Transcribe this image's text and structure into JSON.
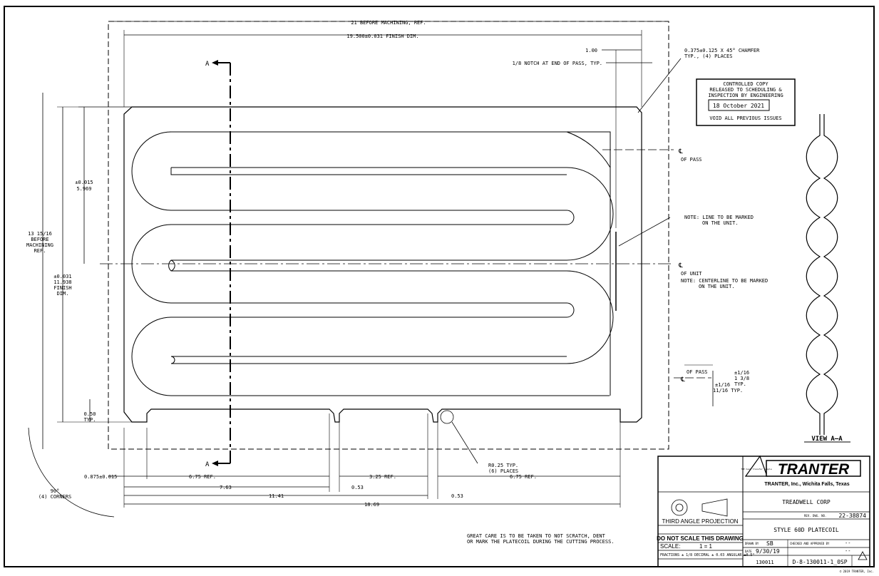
{
  "dims": {
    "overall_width": "21 BEFORE MACHINING, REF.",
    "finish_width": "19.500±0.031 FINISH DIM.",
    "notch_offset": "1.00",
    "notch_note": "1/8 NOTCH AT END OF PASS, TYP.",
    "chamfer_note_1": "0.375±0.125 X 45° CHAMFER",
    "chamfer_note_2": "TYP., (4) PLACES",
    "left_height_1": "13 15/16",
    "left_height_2": "BEFORE",
    "left_height_3": "MACHINING",
    "left_height_4": "REF.",
    "finish_height_1": "±0.031",
    "finish_height_2": "11.938",
    "finish_height_3": "FINISH",
    "finish_height_4": "DIM.",
    "pass_pitch_1": "±0.015",
    "pass_pitch_2": "5.969",
    "tab_height_1": "0.50",
    "tab_height_2": "TYP.",
    "corner_angle_1": "90°",
    "corner_angle_2": "(4) CORNERS",
    "edge_offset": "0.875±0.015",
    "ref_675_a": "6.75 REF.",
    "ref_325": "3.25 REF.",
    "ref_675_b": "6.75 REF.",
    "d_763": "7.63",
    "d_053_a": "0.53",
    "d_1141": "11.41",
    "d_053_b": "0.53",
    "d_1869": "18.69",
    "radius_1": "R0.25 TYP.",
    "radius_2": "(6) PLACES",
    "pass_cl_1": "OF PASS",
    "unit_cl_1": "OF UNIT",
    "note_line_1": "NOTE: LINE TO BE MARKED",
    "note_line_2": "ON THE UNIT.",
    "note_cl_1": "NOTE: CENTERLINE TO BE MARKED",
    "note_cl_2": "ON THE UNIT.",
    "pass_bottom": "OF PASS",
    "tol_1": "±1/16",
    "tol_2": "1 3/8",
    "tol_3": "TYP.",
    "tol_4": "±1/16",
    "tol_5": "11/16 TYP.",
    "section_a": "A",
    "centerline_symbol": "℄",
    "care_note_1": "GREAT CARE IS TO BE TAKEN TO NOT SCRATCH, DENT",
    "care_note_2": "OR MARK THE PLATECOIL DURING THE CUTTING PROCESS."
  },
  "stamp": {
    "line1": "CONTROLLED COPY",
    "line2": "RELEASED TO SCHEDULING &",
    "line3": "INSPECTION BY ENGINEERING",
    "date": "18 October 2021",
    "footer": "VOID ALL PREVIOUS ISSUES"
  },
  "view_label": "VIEW A—A",
  "title_block": {
    "logo_text": "TRANTER",
    "logo_badge": "THE heat transfer people",
    "company": "TRANTER, Inc., Wichita Falls, Texas",
    "customer": "TREADWELL CORP",
    "rev_label": "REV. DWG. NO.",
    "rev_number": "22-38874",
    "title": "STYLE 60D PLATECOIL",
    "projection": "THIRD ANGLE PROJECTION",
    "do_not_scale": "DO NOT SCALE THIS DRAWING",
    "scale_label": "SCALE:",
    "scale_value": "1 = 1",
    "drawn_label": "DRAWN BY",
    "drawn_by": "SB",
    "date_label": "DATE",
    "date_value": "9/30/19",
    "tolerance": "FRACTIONS ± 1/8 DECIMAL ± 0.03 ANGULAR ±0.5°",
    "job": "130011",
    "dwg_no": "D-8-130011-1_0SP",
    "checked_label": "CHECKED AND APPROVED BY",
    "dash": "--",
    "copyright": "© 2019 TRANTER, Inc."
  }
}
